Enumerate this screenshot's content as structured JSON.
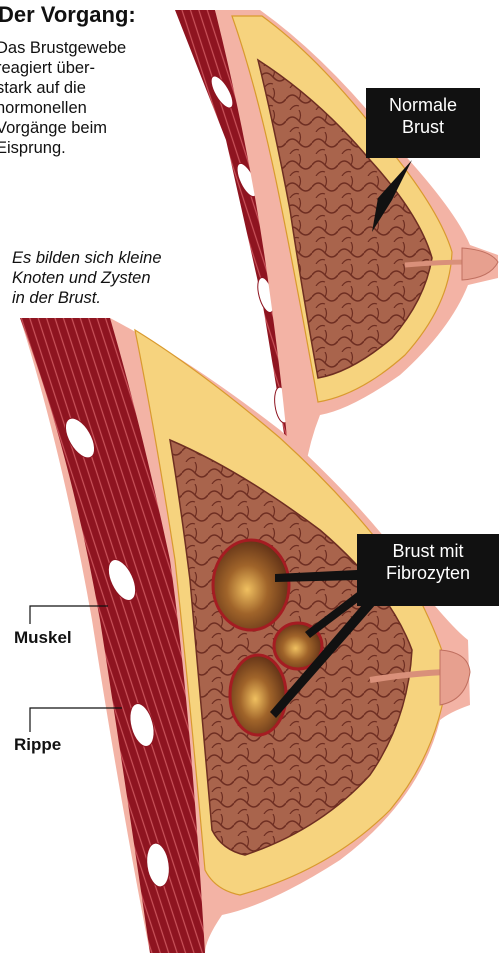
{
  "title": "Der Vorgang:",
  "description": "Das Brustgewebe\nreagiert über-\nstark auf die\nhormonellen\nVorgänge beim\nEisprung.",
  "note": "Es bilden sich kleine\nKnoten und Zysten\nin der Brust.",
  "callouts": {
    "normal": "Normale\nBrust",
    "fibro": "Brust mit\nFibrozyten"
  },
  "labels": {
    "muskel": "Muskel",
    "rippe": "Rippe"
  },
  "colors": {
    "muscle": "#8e1420",
    "muscle_stripe": "#c9525a",
    "skin": "#f3b3a5",
    "fat": "#f6d37e",
    "fat_line": "#d99a2e",
    "gland": "#a9644c",
    "gland_line": "#6e2e22",
    "cyst": "#6b3a1e",
    "cyst_highlight": "#e6b24a",
    "callout_bg": "#111111"
  }
}
